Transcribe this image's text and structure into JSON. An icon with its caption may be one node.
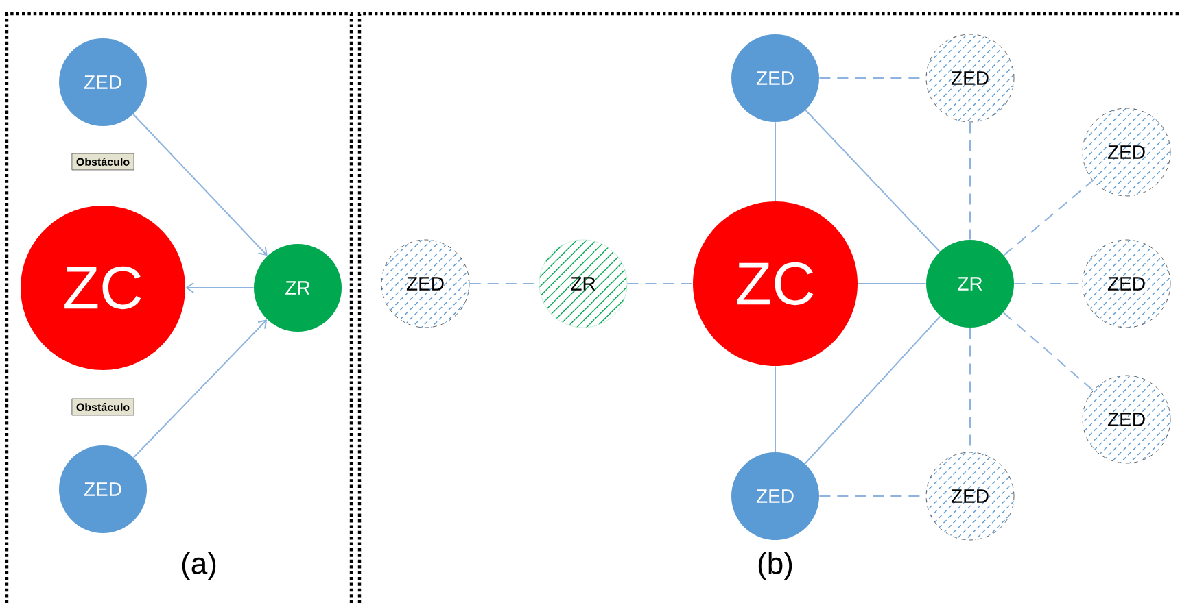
{
  "diagram": {
    "nodes": [
      {
        "text": [
          "ZED"
        ]
      },
      {
        "text": [
          "Obstáculo"
        ]
      },
      {
        "text": [
          "ZC"
        ]
      },
      {
        "text": [
          "ZR"
        ]
      },
      {
        "text": [
          "Obstáculo"
        ]
      },
      {
        "text": [
          "ZED"
        ]
      },
      {
        "text": [
          "ZED"
        ]
      },
      {
        "text": [
          "ZR"
        ]
      },
      {
        "text": [
          "ZED"
        ]
      },
      {
        "text": [
          "ZED"
        ]
      },
      {
        "text": [
          "ZED"
        ]
      },
      {
        "text": [
          "ZC"
        ]
      },
      {
        "text": [
          "ZR"
        ]
      },
      {
        "text": [
          "ZED"
        ]
      },
      {
        "text": [
          "ZED"
        ]
      },
      {
        "text": [
          "ZED"
        ]
      },
      {
        "text": [
          "ZED"
        ]
      }
    ],
    "edges": [
      {
        "from": 0,
        "to": 3,
        "arrow": "to"
      },
      {
        "from": 3,
        "to": 2,
        "arrow": "to"
      },
      {
        "from": 5,
        "to": 3,
        "arrow": "to"
      },
      {
        "from": 6,
        "to": 7,
        "arrow": "none",
        "style": "dashed"
      },
      {
        "from": 7,
        "to": 11,
        "arrow": "none",
        "style": "dashed"
      },
      {
        "from": 8,
        "to": 9,
        "arrow": "none",
        "style": "dashed"
      },
      {
        "from": 8,
        "to": 11,
        "arrow": "none"
      },
      {
        "from": 8,
        "to": 12,
        "arrow": "none"
      },
      {
        "from": 9,
        "to": 12,
        "arrow": "none",
        "style": "dashed"
      },
      {
        "from": 12,
        "to": 10,
        "arrow": "none",
        "style": "dashed"
      },
      {
        "from": 11,
        "to": 12,
        "arrow": "none"
      },
      {
        "from": 12,
        "to": 13,
        "arrow": "none",
        "style": "dashed"
      },
      {
        "from": 12,
        "to": 14,
        "arrow": "none",
        "style": "dashed"
      },
      {
        "from": 11,
        "to": 15,
        "arrow": "none"
      },
      {
        "from": 15,
        "to": 12,
        "arrow": "none"
      },
      {
        "from": 12,
        "to": 16,
        "arrow": "none",
        "style": "dashed"
      },
      {
        "from": 15,
        "to": 16,
        "arrow": "none",
        "style": "dashed"
      }
    ],
    "labels": [
      "(a)",
      "(b)"
    ]
  }
}
